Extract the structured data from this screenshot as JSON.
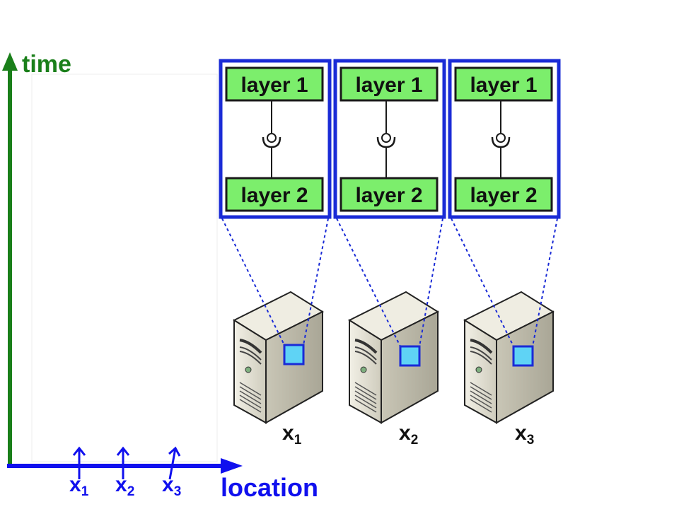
{
  "axes": {
    "y_label": "time",
    "x_label": "location",
    "ticks": [
      {
        "base": "x",
        "sub": "1"
      },
      {
        "base": "x",
        "sub": "2"
      },
      {
        "base": "x",
        "sub": "3"
      }
    ]
  },
  "stacks": [
    {
      "top_layer": "layer 1",
      "bottom_layer": "layer 2",
      "machine": {
        "base": "x",
        "sub": "1"
      }
    },
    {
      "top_layer": "layer 1",
      "bottom_layer": "layer 2",
      "machine": {
        "base": "x",
        "sub": "2"
      }
    },
    {
      "top_layer": "layer 1",
      "bottom_layer": "layer 2",
      "machine": {
        "base": "x",
        "sub": "3"
      }
    }
  ],
  "colors": {
    "time_axis": "#1a7f1a",
    "location_axis": "#1010ee",
    "stack_border": "#1a2bd6",
    "layer_fill": "#7cee6c",
    "chip_fill": "#5fd3f5",
    "zoom_line": "#1a2bd6",
    "server_body": "#e6e3d5"
  }
}
